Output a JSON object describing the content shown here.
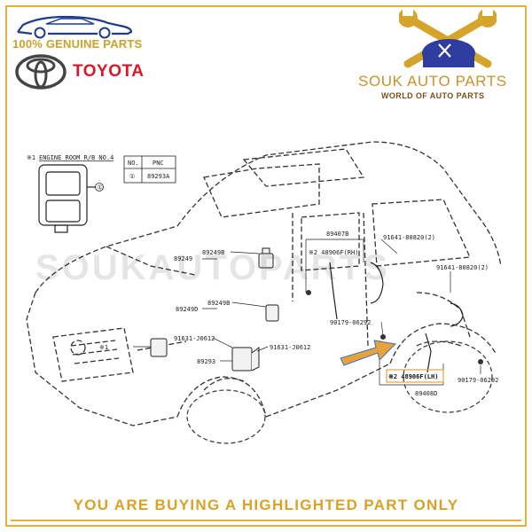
{
  "header": {
    "genuine_text": "100% GENUINE PARTS",
    "brand_name": "TOYOTA",
    "brand_color": "#d7182a",
    "accent_color": "#c9a227"
  },
  "seller": {
    "name": "SOUK AUTO PARTS",
    "tagline": "WORLD OF AUTO PARTS",
    "watermark": "SOUKAUTOPARTS"
  },
  "diagram": {
    "inset_title": "ENGINE ROOM R/B NO.4",
    "inset_mark": "※1",
    "inset_callout": "①",
    "table_head_no": "NO.",
    "table_head_pnc": "PNC",
    "table_row_no": "①",
    "table_row_pnc": "89293A",
    "part_labels": {
      "p89249B_top": "89249B",
      "p89249": "89249",
      "p89249B_mid": "89249B",
      "p89249D": "89249D",
      "p91631_left": "91631-J0612",
      "p91631_right": "91631-J0612",
      "p89293": "89293",
      "mark1": "※1",
      "p89407B": "89407B",
      "p48906F_RH": "※2 48906F(RH)",
      "p91641_top": "91641-80820(2)",
      "p91641_right": "91641-80820(2)",
      "p90179_mid": "90179-06292",
      "p90179_right": "90179-06292",
      "p48906F_LH": "※2 48906F(LH)",
      "p89408D": "89408D"
    },
    "highlighted_part": "48906F(LH)",
    "highlight_arrow_color": "#e8a23c"
  },
  "footer": {
    "banner_text": "YOU ARE BUYING A HIGHLIGHTED PART ONLY",
    "banner_color": "#d9a227"
  }
}
